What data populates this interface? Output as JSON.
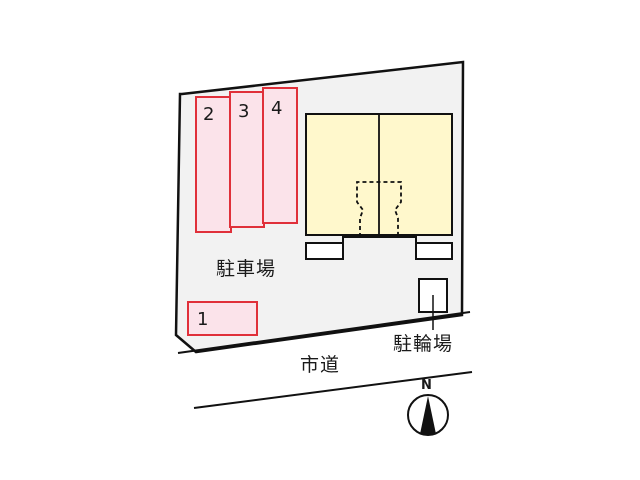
{
  "site_plan": {
    "parking_label": "駐車場",
    "bicycle_parking_label": "駐輪場",
    "road_label": "市道",
    "north_label": "N",
    "parking_spaces": [
      {
        "number": "1"
      },
      {
        "number": "2"
      },
      {
        "number": "3"
      },
      {
        "number": "4"
      }
    ],
    "colors": {
      "lot_fill": "#f2f2f2",
      "building_fill": "#fff8cc",
      "space_fill": "#fbe3ea",
      "space_border": "#e0303a",
      "outline": "#111111"
    }
  }
}
